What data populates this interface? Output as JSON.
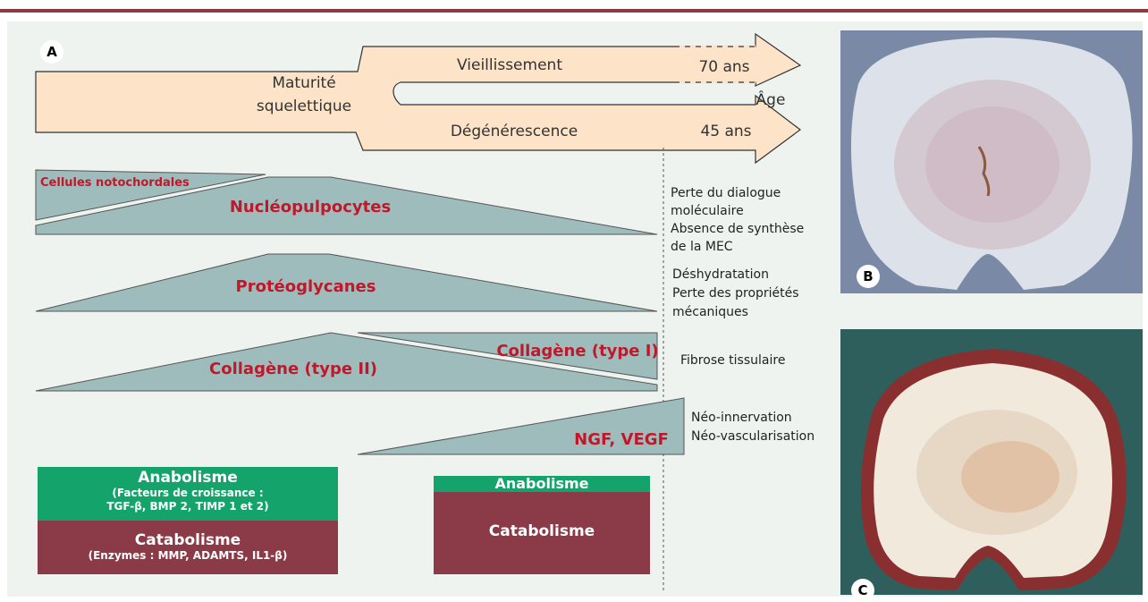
{
  "panel_a": {
    "label": "A",
    "arrow": {
      "maturity": [
        "Maturité",
        "squelettique"
      ],
      "aging": "Vieillissement",
      "aging_age": "70 ans",
      "age_axis": "Âge",
      "degeneration": "Dégénérescence",
      "degeneration_age": "45 ans"
    },
    "wedges": {
      "notochordal": "Cellules notochordales",
      "nucleopulpocytes": "Nucléopulpocytes",
      "proteoglycans": "Protéoglycanes",
      "collagen2": "Collagène (type II)",
      "collagen1": "Collagène (type I)",
      "ngf_vegf": "NGF, VEGF"
    },
    "consequences": {
      "c1": [
        "Perte du dialogue",
        "moléculaire",
        "Absence de synthèse",
        "de la MEC"
      ],
      "c2": [
        "Déshydratation",
        "Perte des propriétés",
        "mécaniques"
      ],
      "c3": [
        "Fibrose tissulaire"
      ],
      "c4": [
        "Néo-innervation",
        "Néo-vascularisation"
      ]
    },
    "balance_left": {
      "anabolism": "Anabolisme",
      "anabolism_sub": [
        "(Facteurs de croissance :",
        "TGF-β, BMP 2, TIMP 1 et 2)"
      ],
      "catabolism": "Catabolisme",
      "catabolism_sub": "(Enzymes : MMP, ADAMTS, IL1-β)"
    },
    "balance_right": {
      "anabolism": "Anabolisme",
      "catabolism": "Catabolisme"
    }
  },
  "panel_b": {
    "label": "B"
  },
  "panel_c": {
    "label": "C"
  },
  "colors": {
    "accent_bar": "#8b3a3f",
    "arrow_fill": "#fde3c8",
    "wedge_fill": "#9fbcbc",
    "label_red": "#c0182b",
    "anabolism_green": "#13a36b",
    "catabolism_maroon": "#8b3a48"
  }
}
